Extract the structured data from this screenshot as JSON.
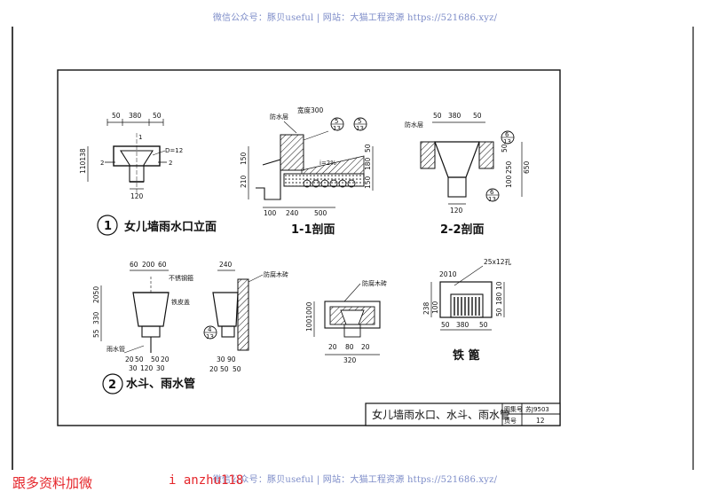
{
  "watermark": {
    "line": "微信公众号：豚贝useful | 网站：大猫工程资源 https://521686.xyz/"
  },
  "footer": {
    "left_note": "跟多资料加微",
    "right_note": "i anzhu118"
  },
  "title_block": {
    "title": "女儿墙雨水口、水斗、雨水管",
    "label_top": "图集号",
    "code": "苏J9503",
    "label_bottom": "页号",
    "page": "12"
  },
  "detail1": {
    "number": "1",
    "caption": "女儿墙雨水口立面",
    "dims_top": [
      "50",
      "380",
      "50"
    ],
    "dims_side": "110138",
    "cut_mark": "2",
    "cut_mark_top": "1",
    "dia": "D=12",
    "dim_bottom": "120"
  },
  "section11": {
    "caption": "1-1剖面",
    "waterproof": "防水层",
    "opening": "宽度300",
    "ref_top": "5",
    "ref_bot": "13",
    "slope": "i=2%",
    "dims_left": [
      "150",
      "210"
    ],
    "dims_right": [
      "50",
      "180",
      "150"
    ],
    "dims_bottom": [
      "100",
      "240",
      "500"
    ]
  },
  "section22": {
    "caption": "2-2剖面",
    "waterproof": "防水层",
    "dims_top": [
      "50",
      "380",
      "50"
    ],
    "dims_right": [
      "50",
      "250",
      "100",
      "650"
    ],
    "dim_bottom": "120",
    "ref_top": "6",
    "ref_bot": "13"
  },
  "detail2": {
    "number": "2",
    "caption": "水斗、雨水管",
    "dims_top": [
      "60",
      "200",
      "60"
    ],
    "dims_side": [
      "2050",
      "330",
      "55"
    ],
    "label_clamp": "不锈钢箍",
    "label_hopper": "铁皮盖",
    "label_pipe": "雨水管",
    "dims_bottom": [
      "20",
      "50",
      "50",
      "20"
    ],
    "dims_bottom2": [
      "30",
      "120",
      "30"
    ],
    "mid_dim_top": "240",
    "mid_label": "防腐木砖",
    "mid_ref_top": "4",
    "mid_ref_bot": "13",
    "mid_dims_bottom": [
      "30",
      "90"
    ],
    "mid_dims_bottom2": [
      "20",
      "50",
      "50"
    ]
  },
  "detail3": {
    "label": "防腐木砖",
    "dims_side": "1001000",
    "dims_bottom": [
      "20",
      "80",
      "20"
    ],
    "dim_total": "320"
  },
  "detail4": {
    "caption": "铁  篦",
    "label": "25x12孔",
    "dims_top": [
      "20",
      "10"
    ],
    "dims_side": [
      "238",
      "100"
    ],
    "dims_bottom": [
      "50",
      "380",
      "50"
    ],
    "dims_right": [
      "10",
      "180",
      "50"
    ]
  }
}
